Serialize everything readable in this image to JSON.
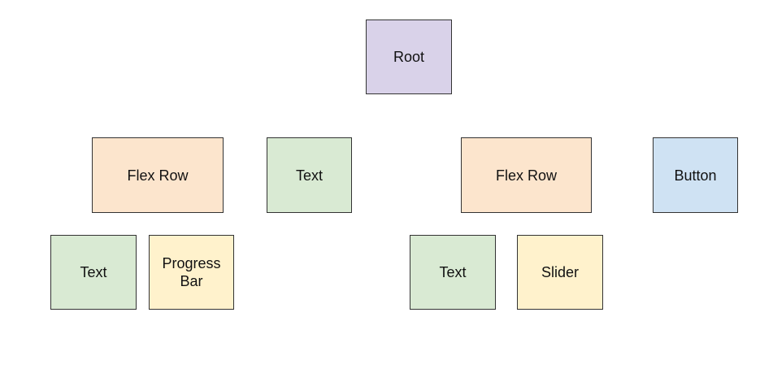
{
  "colors": {
    "root": "#d9d2e9",
    "flex_row": "#fce5cd",
    "text": "#d9ead3",
    "leaf_control": "#fff2cc",
    "button": "#cfe2f3"
  },
  "nodes": {
    "root": {
      "label": "Root"
    },
    "flex_row_left": {
      "label": "Flex Row"
    },
    "text_top": {
      "label": "Text"
    },
    "flex_row_right": {
      "label": "Flex Row"
    },
    "button": {
      "label": "Button"
    },
    "text_left_child": {
      "label": "Text"
    },
    "progress_bar": {
      "label": "Progress\nBar"
    },
    "text_right_child": {
      "label": "Text"
    },
    "slider": {
      "label": "Slider"
    }
  }
}
